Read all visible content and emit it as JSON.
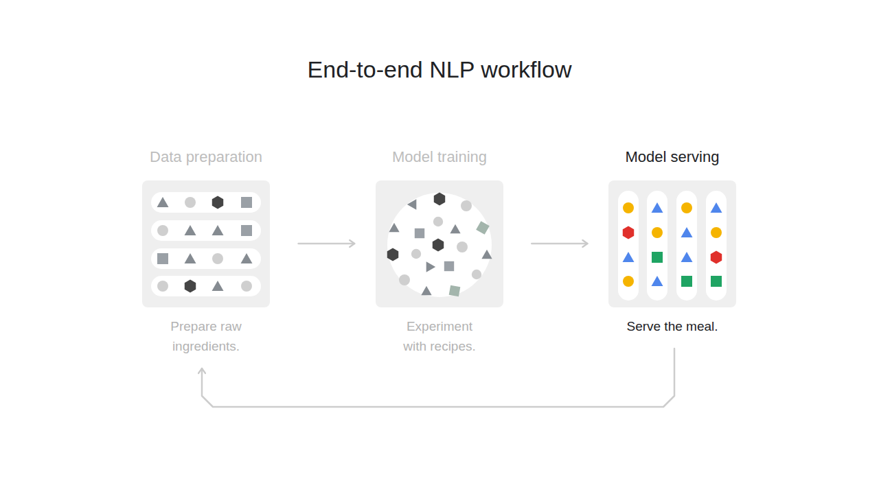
{
  "diagram": {
    "title": "End-to-end NLP workflow",
    "nodes": [
      {
        "text": [
          "Data preparation",
          "Prepare raw ingredients."
        ]
      },
      {
        "text": [
          "Model training",
          "Experiment with recipes."
        ]
      },
      {
        "text": [
          "Model serving",
          "Serve the meal."
        ]
      }
    ],
    "edges": [
      {
        "from": 0,
        "to": 1,
        "arrow": "to"
      },
      {
        "from": 1,
        "to": 2,
        "arrow": "to"
      },
      {
        "from": 2,
        "to": 0,
        "arrow": "to"
      }
    ]
  }
}
